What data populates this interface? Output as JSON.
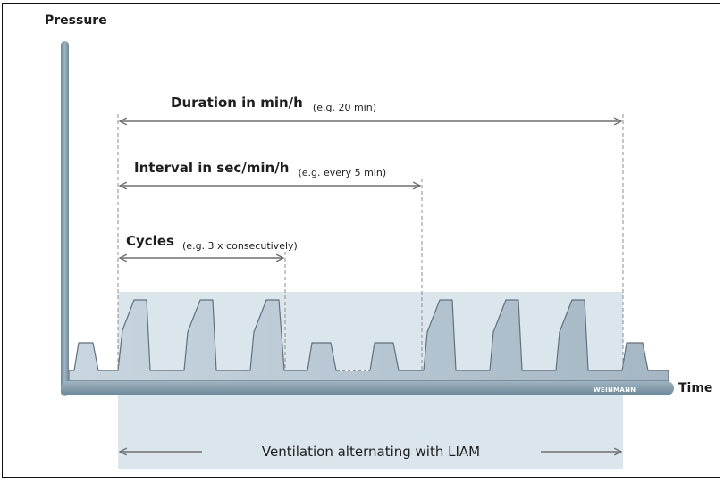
{
  "axis": {
    "y_label": "Pressure",
    "x_label": "Time"
  },
  "annotations": {
    "duration": {
      "main": "Duration in min/h",
      "sub": "(e.g. 20 min)"
    },
    "interval": {
      "main": "Interval in sec/min/h",
      "sub": "(e.g. every 5 min)"
    },
    "cycles": {
      "main": "Cycles",
      "sub": "(e.g. 3 x consecutively)"
    }
  },
  "band_label": "Ventilation alternating with LIAM",
  "logo": "WEINMANN",
  "colors": {
    "shaded_region": "#dbe5ec",
    "waveform_fill": "#b9c8d5",
    "waveform_stroke": "#5f7280",
    "axis": "#7f97a8",
    "arrows": "#777777"
  }
}
